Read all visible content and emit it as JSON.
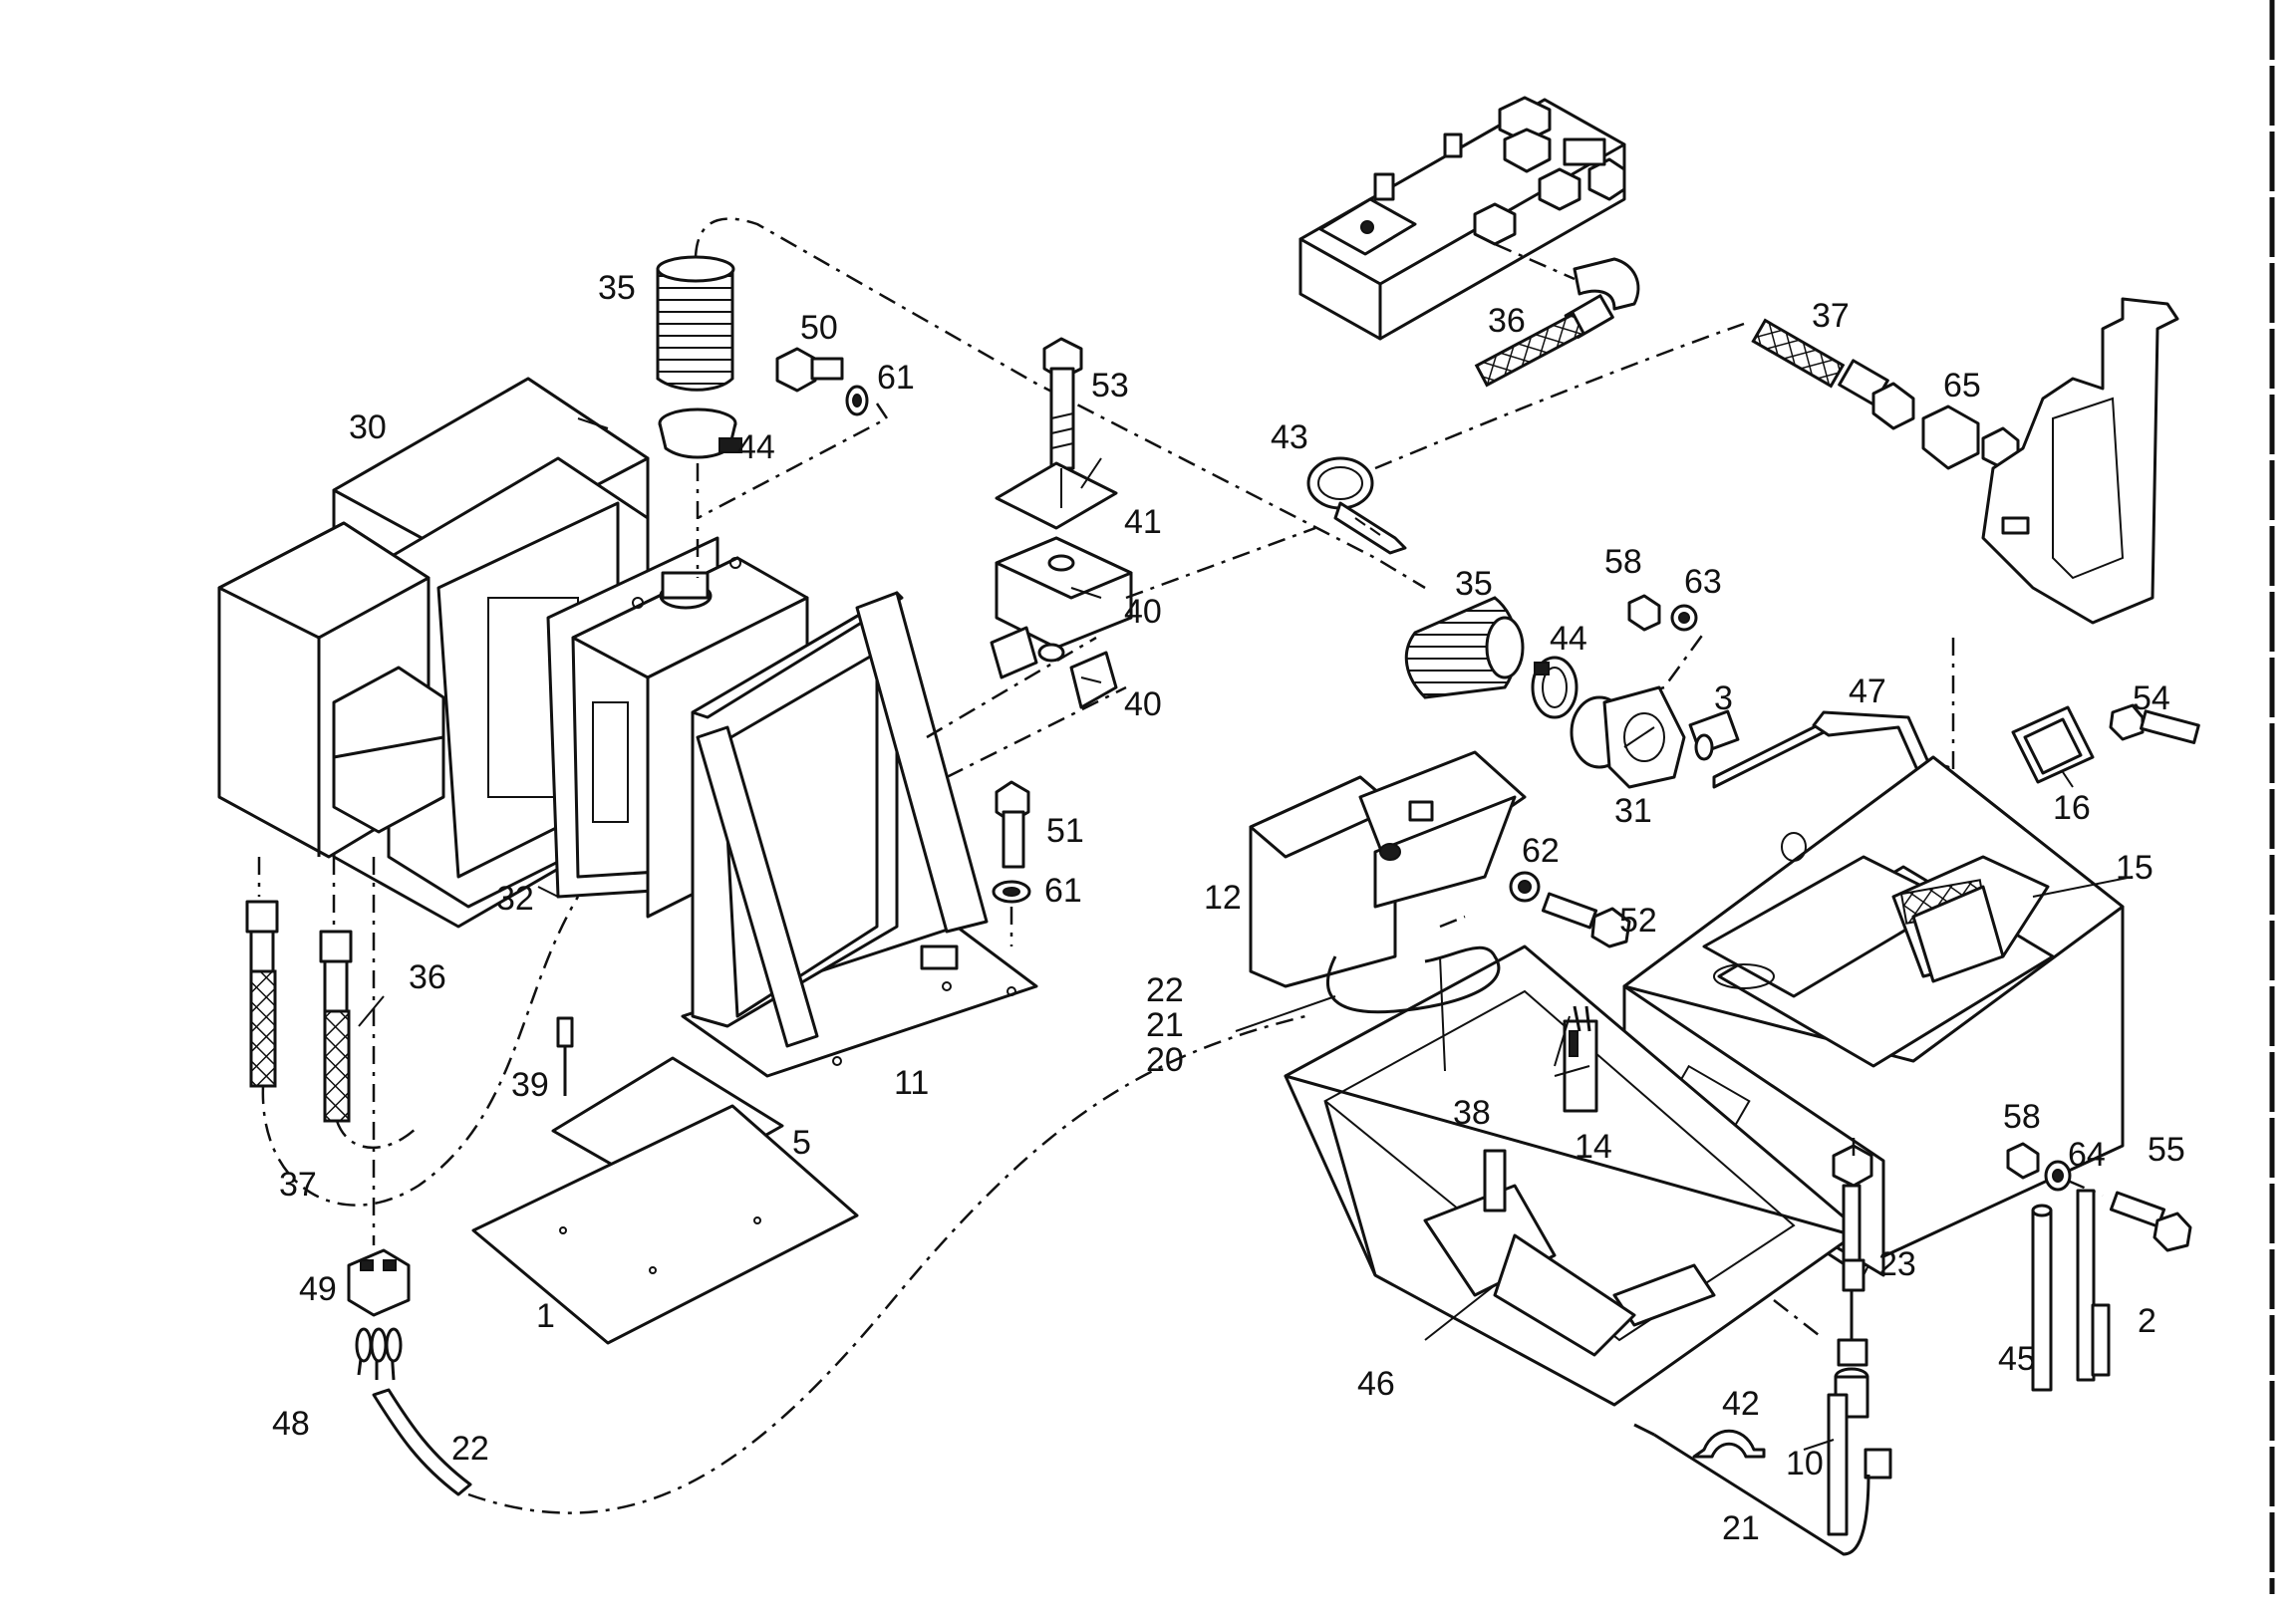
{
  "diagram": {
    "part_numbers": [
      "1",
      "2",
      "3",
      "5",
      "10",
      "11",
      "12",
      "14",
      "15",
      "16",
      "20",
      "21",
      "21",
      "22",
      "22",
      "23",
      "30",
      "31",
      "32",
      "35",
      "35",
      "36",
      "36",
      "37",
      "37",
      "38",
      "39",
      "40",
      "40",
      "41",
      "42",
      "43",
      "44",
      "44",
      "45",
      "46",
      "47",
      "48",
      "49",
      "50",
      "51",
      "52",
      "53",
      "54",
      "55",
      "58",
      "58",
      "61",
      "61",
      "62",
      "63",
      "64",
      "65"
    ]
  }
}
